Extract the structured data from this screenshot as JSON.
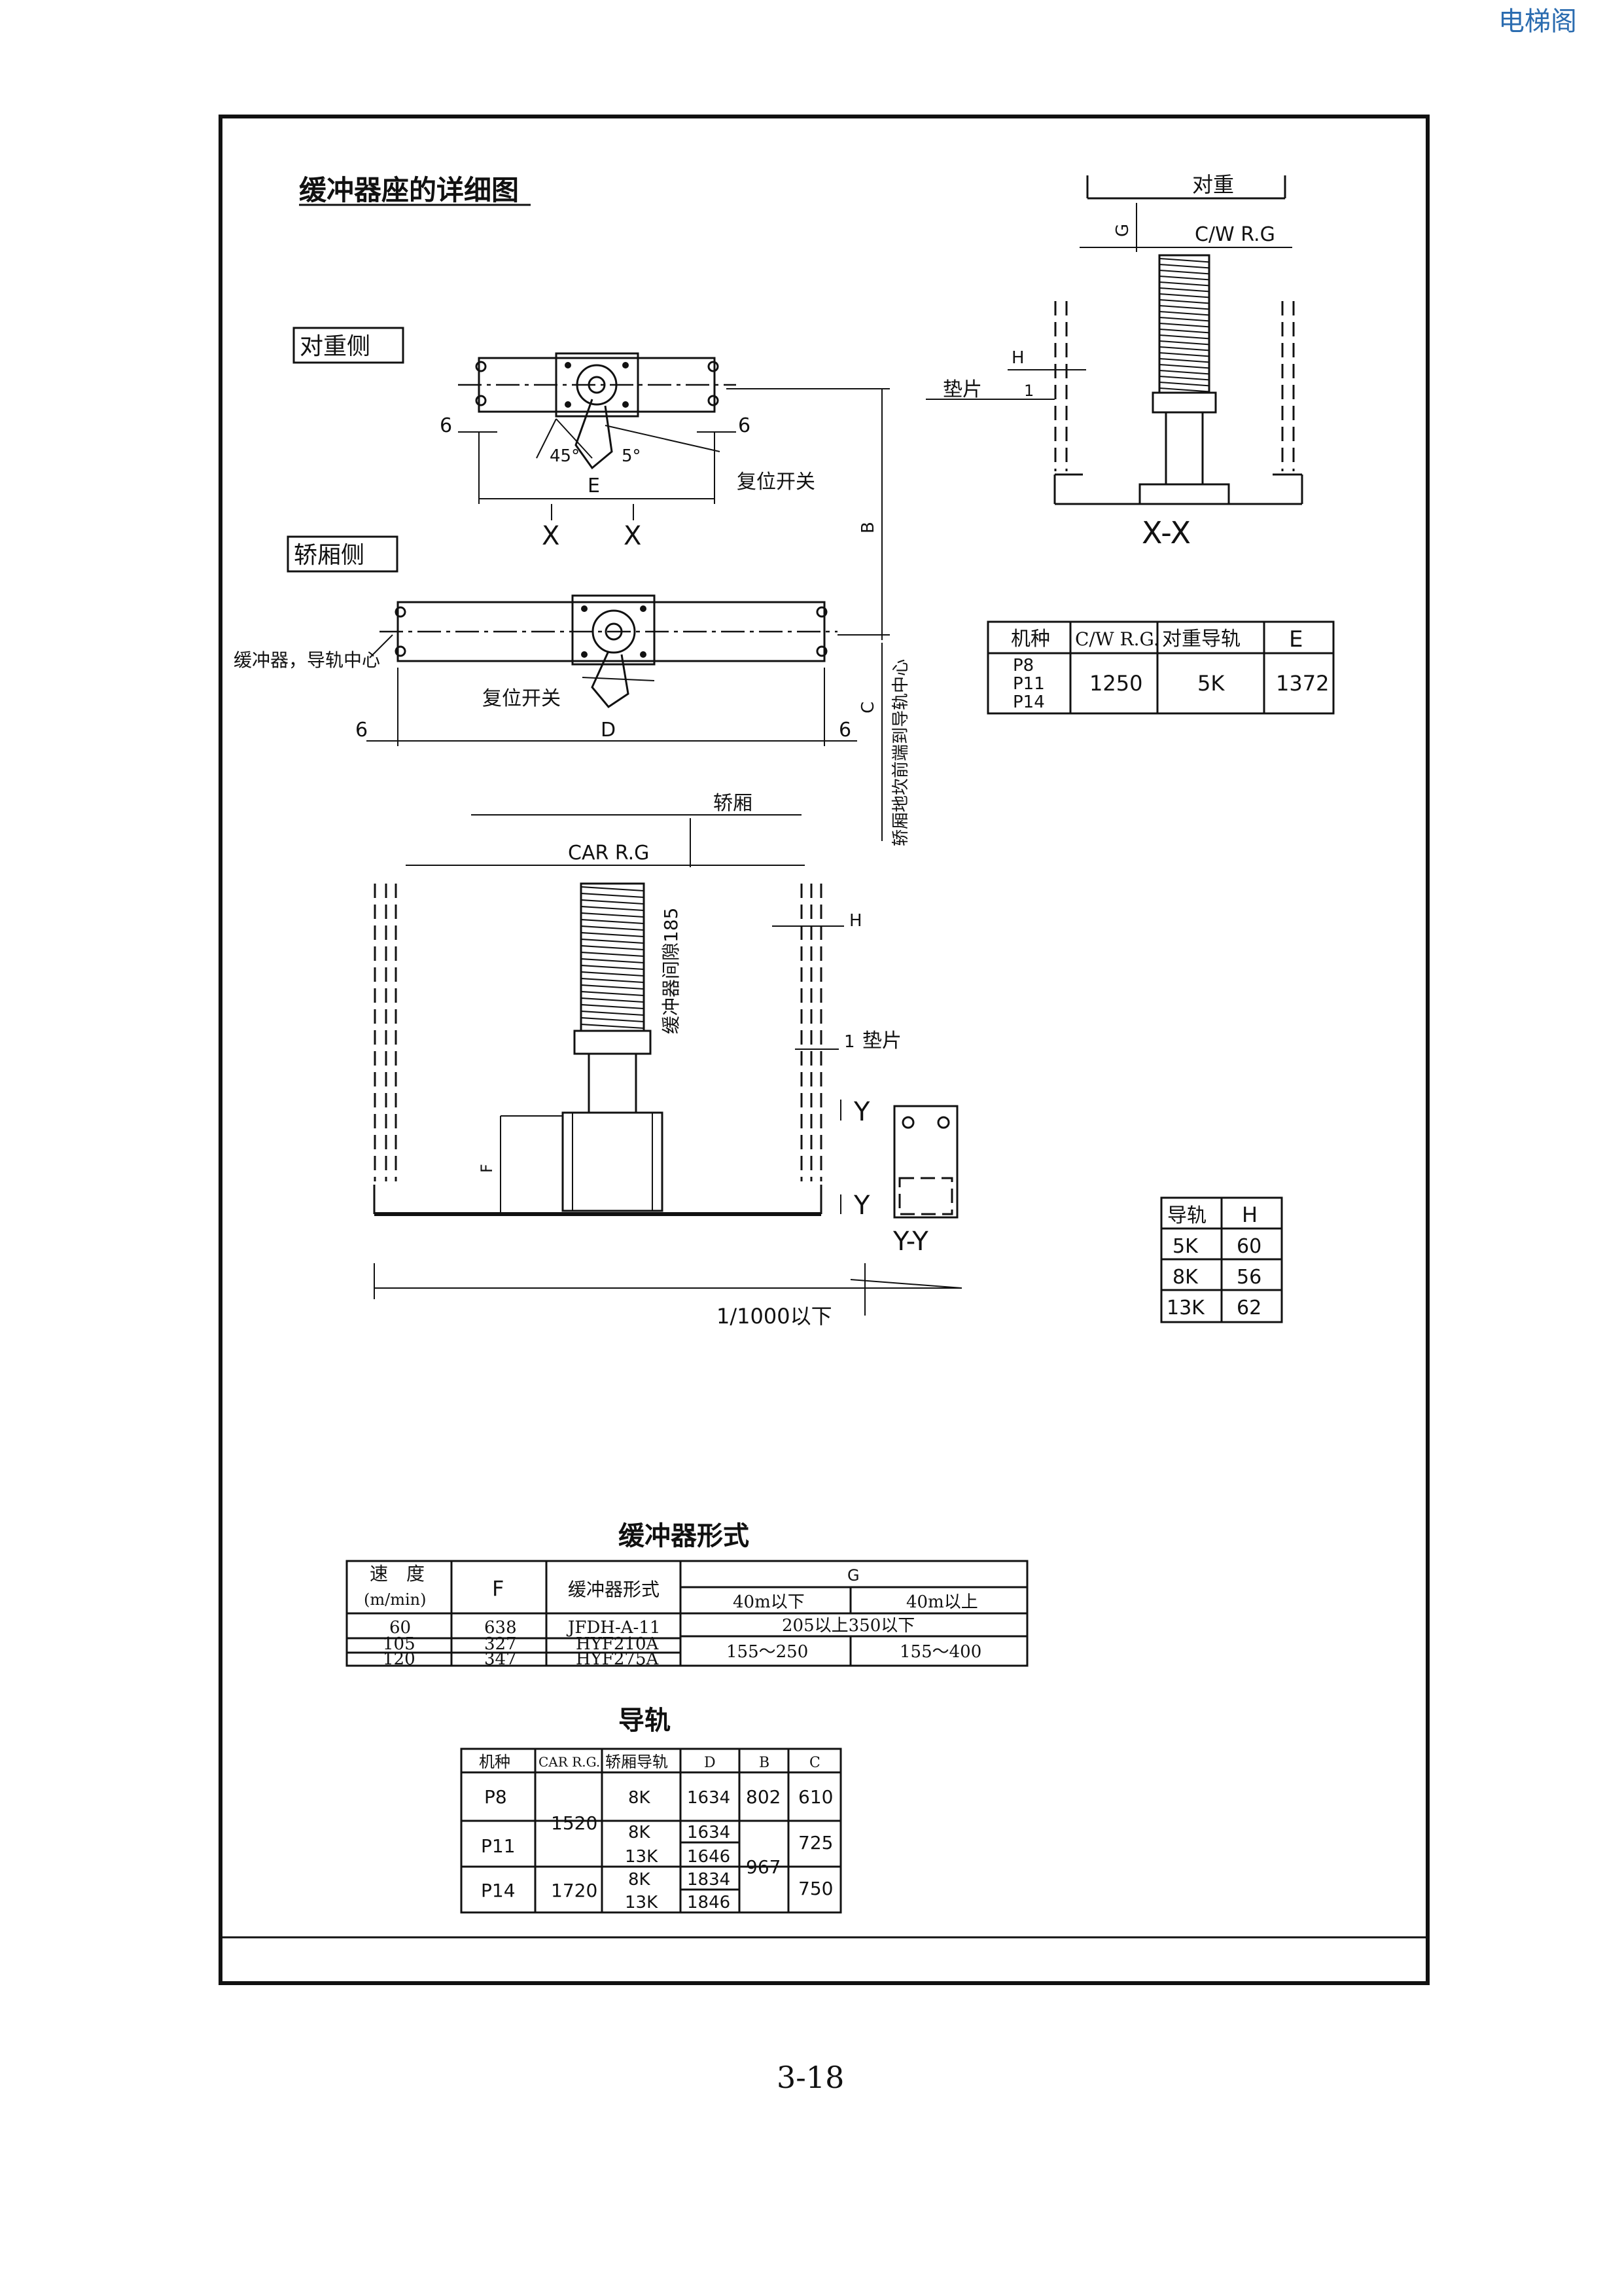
{
  "watermark": "电梯阁",
  "page_number": "3-18",
  "drawing_title": "缓冲器座的详细图",
  "views": {
    "counterweight_side": "对重侧",
    "car_side": "轿厢侧",
    "section_xx": "X-X",
    "section_yy": "Y-Y"
  },
  "labels": {
    "x1": "X",
    "x2": "X",
    "six_1": "6",
    "six_2": "6",
    "six_3": "6",
    "six_4": "6",
    "angle_45": "45°",
    "angle_5": "5°",
    "dim_e": "E",
    "reset_switch_1": "复位开关",
    "reset_switch_2": "复位开关",
    "dim_b": "B",
    "dim_c": "C",
    "dim_d": "D",
    "buffer_rail_center": "缓冲器，导轨中心",
    "car_floor_to_rail": "轿厢地坎前端到导轨中心",
    "xx_counterweight": "对重",
    "xx_g": "G",
    "xx_cwrg": "C/W R.G",
    "xx_h": "H",
    "xx_shim": "垫片",
    "xx_one": "1",
    "car": "轿厢",
    "car_rg": "CAR R.G",
    "buffer_gap": "缓冲器间隙185",
    "car_h": "H",
    "car_one": "1",
    "car_shim": "垫片",
    "dim_f": "F",
    "y1": "Y",
    "y2": "Y",
    "slope": "1/1000以下"
  },
  "cw_table": {
    "headers": [
      "机种",
      "C/W R.G.",
      "对重导轨",
      "E"
    ],
    "models": [
      "P8",
      "P11",
      "P14"
    ],
    "cwrg": "1250",
    "rail": "5K",
    "e": "1372"
  },
  "h_table": {
    "headers": [
      "导轨",
      "H"
    ],
    "rows": [
      [
        "5K",
        "60"
      ],
      [
        "8K",
        "56"
      ],
      [
        "13K",
        "62"
      ]
    ]
  },
  "buffer_table": {
    "title": "缓冲器形式",
    "h_speed": "速　度",
    "h_speed_unit": "(m/min)",
    "h_f": "F",
    "h_type": "缓冲器形式",
    "h_g": "G",
    "h_g_low": "40m以下",
    "h_g_high": "40m以上",
    "rows": [
      {
        "speed": "60",
        "f": "638",
        "type": "JFDH-A-11"
      },
      {
        "speed": "105",
        "f": "327",
        "type": "HYF210A"
      },
      {
        "speed": "120",
        "f": "347",
        "type": "HYF275A"
      }
    ],
    "g_row1": "205以上350以下",
    "g_low": "155～250",
    "g_high": "155～400"
  },
  "rail_table": {
    "title": "导轨",
    "headers": [
      "机种",
      "CAR R.G.",
      "轿厢导轨",
      "D",
      "B",
      "C"
    ],
    "p8": "P8",
    "p11": "P11",
    "p14": "P14",
    "car_rg_1": "1520",
    "car_rg_2": "1720",
    "rails": [
      "8K",
      "8K",
      "13K",
      "8K",
      "13K"
    ],
    "d": [
      "1634",
      "1634",
      "1646",
      "1834",
      "1846"
    ],
    "b1": "802",
    "b2": "967",
    "c1": "610",
    "c2": "725",
    "c3": "750"
  }
}
